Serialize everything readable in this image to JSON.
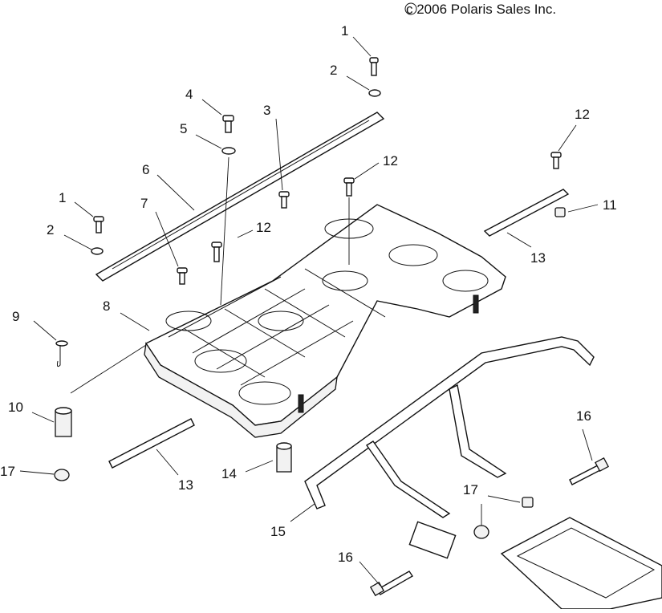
{
  "copyright": "c 2006 Polaris Sales Inc.",
  "callouts": [
    {
      "id": "c1a",
      "label": "1"
    },
    {
      "id": "c2a",
      "label": "2"
    },
    {
      "id": "c4",
      "label": "4"
    },
    {
      "id": "c3",
      "label": "3"
    },
    {
      "id": "c5",
      "label": "5"
    },
    {
      "id": "c6",
      "label": "6"
    },
    {
      "id": "c12a",
      "label": "12"
    },
    {
      "id": "c12b",
      "label": "12"
    },
    {
      "id": "c12c",
      "label": "12"
    },
    {
      "id": "c1b",
      "label": "1"
    },
    {
      "id": "c7",
      "label": "7"
    },
    {
      "id": "c2b",
      "label": "2"
    },
    {
      "id": "c11",
      "label": "11"
    },
    {
      "id": "c13a",
      "label": "13"
    },
    {
      "id": "c8",
      "label": "8"
    },
    {
      "id": "c9",
      "label": "9"
    },
    {
      "id": "c10",
      "label": "10"
    },
    {
      "id": "c16a",
      "label": "16"
    },
    {
      "id": "c17a",
      "label": "17"
    },
    {
      "id": "c13b",
      "label": "13"
    },
    {
      "id": "c14",
      "label": "14"
    },
    {
      "id": "c17b",
      "label": "17"
    },
    {
      "id": "c15",
      "label": "15"
    },
    {
      "id": "c16b",
      "label": "16"
    }
  ]
}
